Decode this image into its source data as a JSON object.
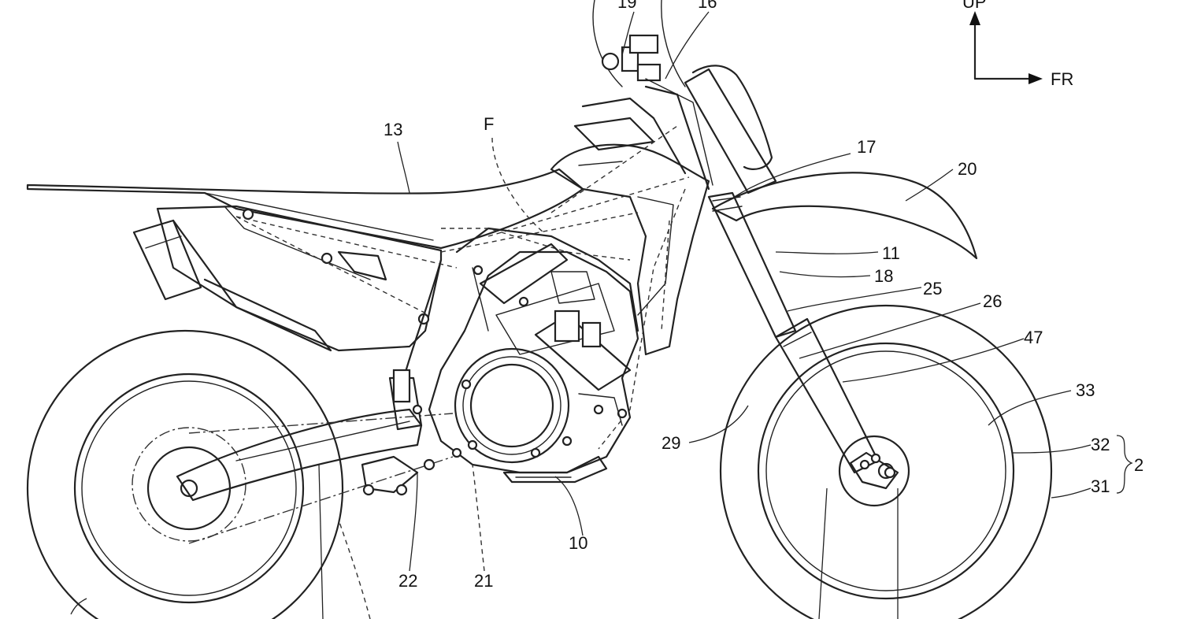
{
  "direction": {
    "up": "UP",
    "front": "FR"
  },
  "labels": {
    "l19": "19",
    "l16": "16",
    "l13": "13",
    "lF": "F",
    "l17": "17",
    "l20": "20",
    "l11": "11",
    "l18": "18",
    "l25": "25",
    "l26": "26",
    "l47": "47",
    "l33": "33",
    "l32": "32",
    "l31": "31",
    "l2": "2",
    "l29": "29",
    "l10": "10",
    "l22": "22",
    "l21": "21"
  }
}
